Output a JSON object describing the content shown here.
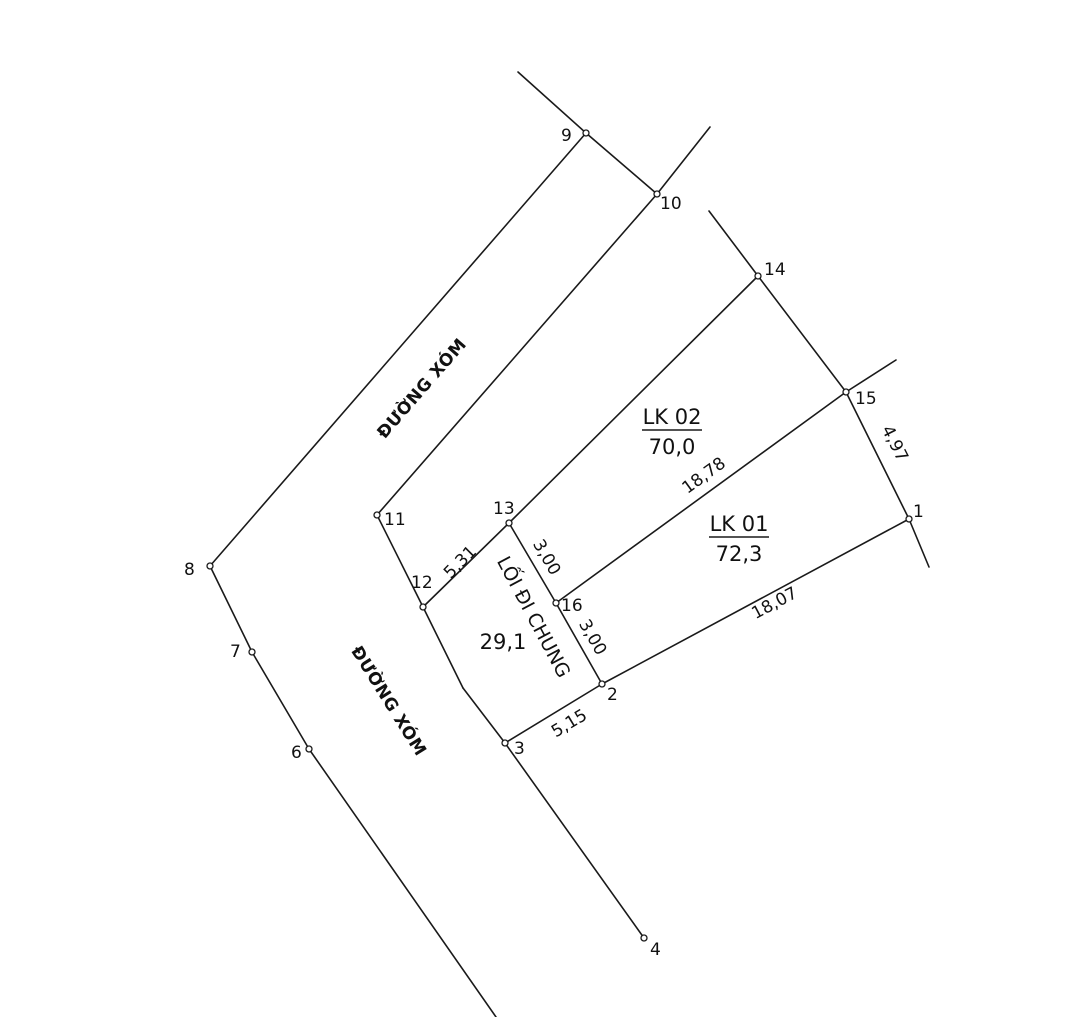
{
  "points": [
    "1",
    "2",
    "3",
    "4",
    "6",
    "7",
    "8",
    "9",
    "10",
    "11",
    "12",
    "13",
    "14",
    "15",
    "16"
  ],
  "dimensions": {
    "d_13_12": "5,31",
    "d_13_16": "3,00",
    "d_16_2": "3,00",
    "d_16_15": "18,78",
    "d_2_1": "18,07",
    "d_15_1": "4,97",
    "d_3_2": "5,15"
  },
  "roads": {
    "upper": "ĐƯỜNG XÓM",
    "lower": "ĐƯỜNG XÓM"
  },
  "lots": {
    "lk02": {
      "name": "LK 02",
      "area": "70,0"
    },
    "lk01": {
      "name": "LK 01",
      "area": "72,3"
    },
    "common": {
      "name": "LỐI ĐI CHUNG",
      "area": "29,1"
    }
  }
}
